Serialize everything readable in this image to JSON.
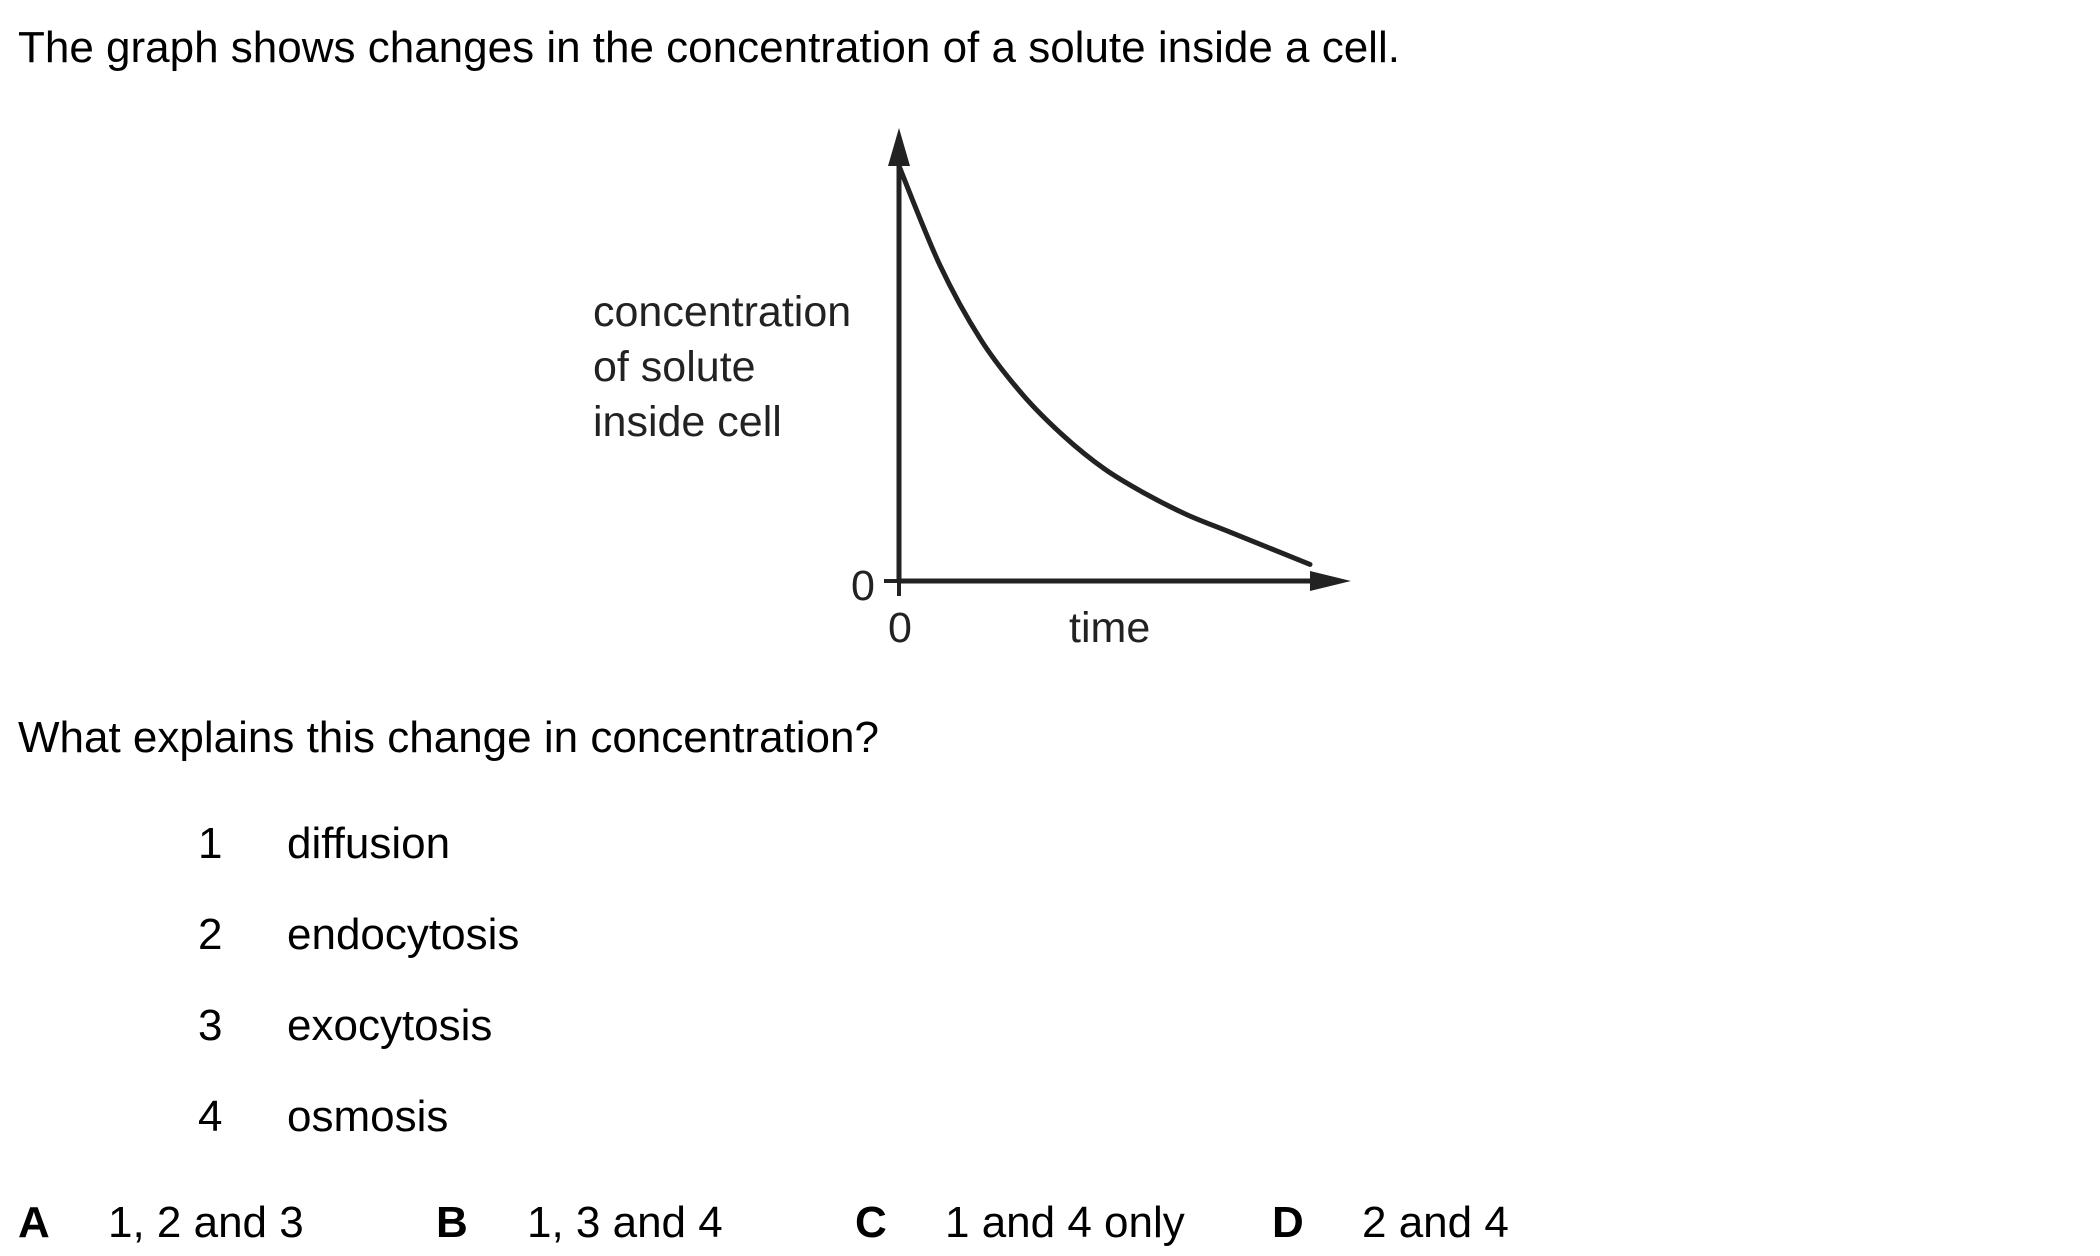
{
  "question": {
    "intro": "The graph shows changes in the concentration of a solute inside a cell.",
    "prompt": "What explains this change in concentration?"
  },
  "chart_data": {
    "type": "line",
    "ylabel": [
      "concentration",
      "of solute",
      "inside cell"
    ],
    "xlabel": "time",
    "x_origin_label": "0",
    "y_origin_label": "0",
    "series": [
      {
        "x": [
          0,
          1,
          2,
          3,
          4,
          5,
          6,
          7,
          8,
          9,
          10
        ],
        "values": [
          100,
          76,
          58,
          45,
          35,
          27,
          21,
          16,
          12,
          8,
          4
        ]
      }
    ],
    "xlim": [
      0,
      10
    ],
    "ylim": [
      0,
      100
    ],
    "grid": false,
    "line_color": "#222222"
  },
  "statements": [
    {
      "num": "1",
      "text": "diffusion"
    },
    {
      "num": "2",
      "text": "endocytosis"
    },
    {
      "num": "3",
      "text": "exocytosis"
    },
    {
      "num": "4",
      "text": "osmosis"
    }
  ],
  "options": [
    {
      "letter": "A",
      "text": "1, 2 and 3"
    },
    {
      "letter": "B",
      "text": "1, 3 and 4"
    },
    {
      "letter": "C",
      "text": "1 and 4 only"
    },
    {
      "letter": "D",
      "text": "2 and 4"
    }
  ]
}
